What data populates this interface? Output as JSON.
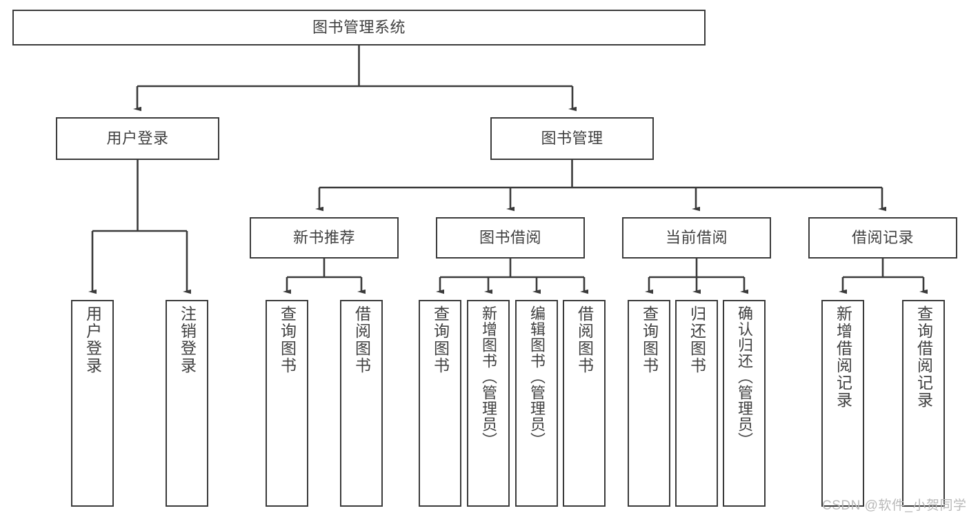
{
  "diagram": {
    "title_text": "图书管理系统",
    "type": "tree-hierarchy-chart",
    "accent_color": "#3a3a3a",
    "text_color": "#3f3f3f",
    "background_color": "#ffffff"
  },
  "nodes": {
    "root": {
      "label": "图书管理系统"
    },
    "level2": [
      {
        "id": "user-login",
        "label": "用户登录"
      },
      {
        "id": "book-management",
        "label": "图书管理"
      }
    ],
    "level3": [
      {
        "id": "new-book-recommend",
        "label": "新书推荐"
      },
      {
        "id": "book-borrow",
        "label": "图书借阅"
      },
      {
        "id": "current-borrow",
        "label": "当前借阅"
      },
      {
        "id": "borrow-record",
        "label": "借阅记录"
      }
    ],
    "leaves": {
      "user_login": [
        {
          "id": "leaf-user-login",
          "label": "用户登录"
        },
        {
          "id": "leaf-logout",
          "label": "注销登录"
        }
      ],
      "new_book_recommend": [
        {
          "id": "leaf-query-book-1",
          "label": "查询图书"
        },
        {
          "id": "leaf-borrow-book-1",
          "label": "借阅图书"
        }
      ],
      "book_borrow": [
        {
          "id": "leaf-query-book-2",
          "label": "查询图书"
        },
        {
          "id": "leaf-add-book",
          "label": "新增图书（管理员）"
        },
        {
          "id": "leaf-edit-book",
          "label": "编辑图书（管理员）"
        },
        {
          "id": "leaf-borrow-book-2",
          "label": "借阅图书"
        }
      ],
      "current_borrow": [
        {
          "id": "leaf-query-book-3",
          "label": "查询图书"
        },
        {
          "id": "leaf-return-book",
          "label": "归还图书"
        },
        {
          "id": "leaf-confirm-return",
          "label": "确认归还（管理员）"
        }
      ],
      "borrow_record": [
        {
          "id": "leaf-add-record",
          "label": "新增借阅记录"
        },
        {
          "id": "leaf-query-record",
          "label": "查询借阅记录"
        }
      ]
    }
  },
  "watermark": {
    "text": "CSDN @软件_小贺同学"
  }
}
